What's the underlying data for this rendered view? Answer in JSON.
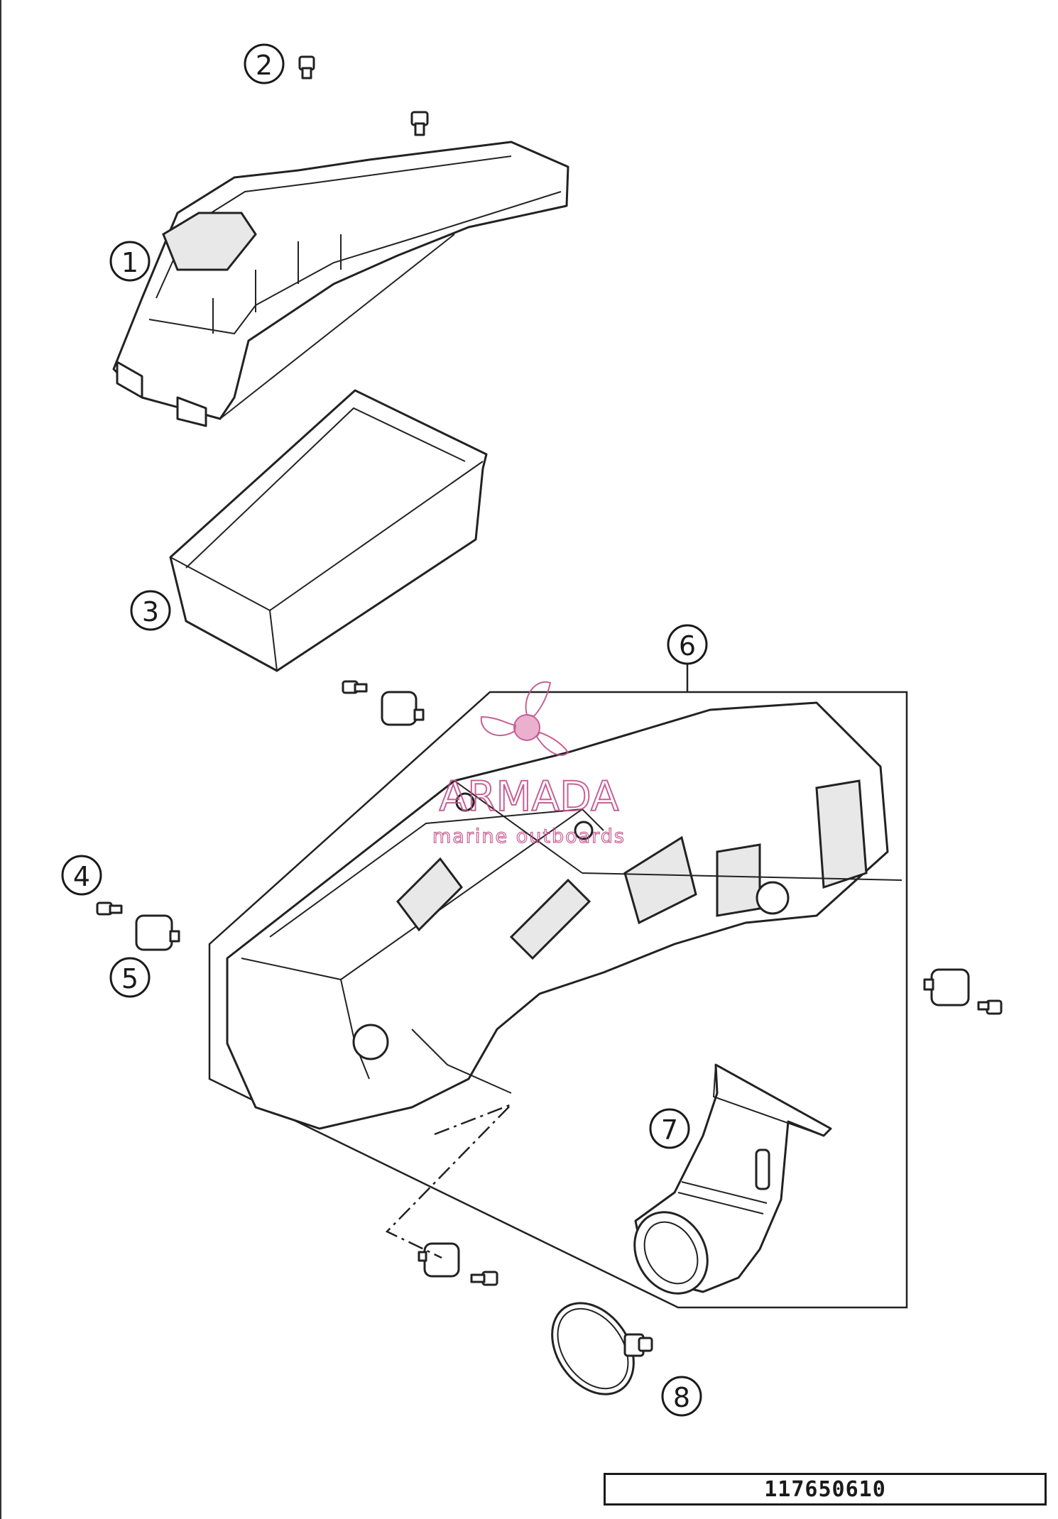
{
  "diagram": {
    "drawing_number": "117650610",
    "callouts": [
      {
        "id": "1",
        "label": "1"
      },
      {
        "id": "2",
        "label": "2"
      },
      {
        "id": "3",
        "label": "3"
      },
      {
        "id": "4",
        "label": "4"
      },
      {
        "id": "5",
        "label": "5"
      },
      {
        "id": "6",
        "label": "6"
      },
      {
        "id": "7",
        "label": "7"
      },
      {
        "id": "8",
        "label": "8"
      }
    ]
  },
  "watermark": {
    "brand": "ARMADA",
    "tagline": "marine outboards",
    "color": "#c0508a",
    "icon": "propeller-icon"
  },
  "colors": {
    "line": "#222222",
    "background": "#ffffff"
  }
}
